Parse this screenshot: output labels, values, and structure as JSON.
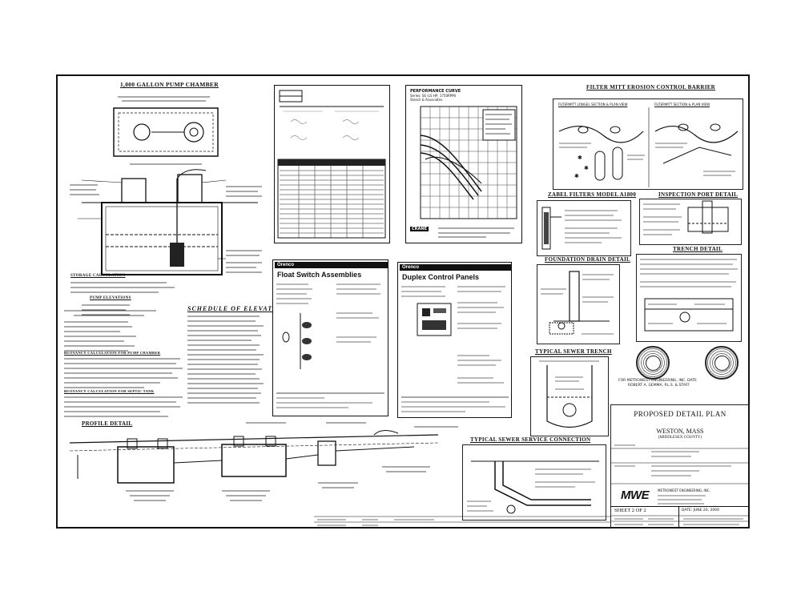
{
  "pump_chamber": {
    "title": "1,000 GALLON PUMP CHAMBER",
    "storage_heading": "STORAGE CALCULATION",
    "pump_heading": "PUMP ELEVATIONS",
    "buoyancy_heading": "BUOYANCY CALCULATION FOR PUMP CHAMBER",
    "buoyancy_tank_heading": "BUOYANCY CALCULATION FOR SEPTIC TANK"
  },
  "schedule": {
    "title": "SCHEDULE OF ELEVATIONS"
  },
  "profile": {
    "title": "PROFILE DETAIL"
  },
  "performance": {
    "title": "PERFORMANCE CURVE",
    "subtitle": "Series: SE (LS HP, 1750RPM)",
    "maker": "Stancil & Associates",
    "brand": "CRANE"
  },
  "float_switch": {
    "brand": "Orenco",
    "title": "Float Switch Assemblies"
  },
  "duplex": {
    "brand": "Orenco",
    "title": "Duplex Control Panels"
  },
  "erosion": {
    "title": "FILTER MITT EROSION CONTROL BARRIER",
    "left_caption": "FILTERMITT LONGEL SECTION & PLAN VIEW",
    "right_caption": "FILTERMITT SECTION & PLAN VIEW"
  },
  "zabel": {
    "title": "ZABEL FILTERS MODEL A1800"
  },
  "inspection": {
    "title": "INSPECTION PORT DETAIL"
  },
  "foundation": {
    "title": "FOUNDATION DRAIN DETAIL"
  },
  "trench": {
    "title": "TRENCH DETAIL"
  },
  "sewer_trench": {
    "title": "TYPICAL SEWER TRENCH"
  },
  "sewer_service": {
    "title": "TYPICAL SEWER SERVICE CONNECTION"
  },
  "title_block": {
    "plan_title": "PROPOSED DETAIL PLAN",
    "town": "WESTON,  MASS",
    "county": "(MIDDLESEX COUNTY)",
    "logo": "MWE",
    "firm": "METROWEST ENGINEERING, INC.",
    "sheet": "SHEET 2 OF 2",
    "date": "DATE: JUNE 20, 2000",
    "engineer_line1": "FOR METROWEST ENGINEERING, INC.    DATE",
    "engineer_line2": "ROBERT A. GEMMA, P.L.S. & STAFF"
  }
}
